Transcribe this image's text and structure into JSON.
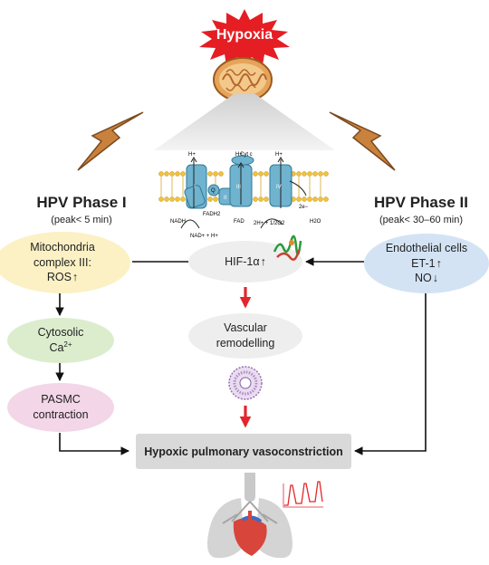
{
  "hypoxia": "Hypoxia",
  "phase1": {
    "title": "HPV Phase I",
    "subtitle": "(peak< 5 min)"
  },
  "phase2": {
    "title": "HPV Phase II",
    "subtitle": "(peak< 30–60 min)"
  },
  "mito": {
    "line1": "Mitochondria",
    "line2": "complex III:",
    "line3": "ROS"
  },
  "cytosolic": {
    "line1": "Cytosolic",
    "line2": "Ca",
    "sup": "2+"
  },
  "pasmc": {
    "line1": "PASMC",
    "line2": "contraction"
  },
  "endo": {
    "line1": "Endothelial cells",
    "line2": "ET-1",
    "line3": "NO"
  },
  "hif": "HIF-1α",
  "vascular": {
    "line1": "Vascular",
    "line2": "remodelling"
  },
  "hpv_box": "Hypoxic pulmonary vasoconstriction",
  "membrane": {
    "h1": "H+",
    "h2": "H+",
    "h3": "H+",
    "cytc": "Cyt c",
    "q": "Q",
    "i": "I",
    "ii": "II",
    "iii": "III",
    "iv": "IV",
    "nadh": "NADH",
    "nad": "NAD+ + H+",
    "fadh2": "FADH2",
    "fad": "FAD",
    "twoh": "2H+ + 1/2O2",
    "h2o": "H2O",
    "twoe": "2e−"
  },
  "colors": {
    "mito": "#fbf1c4",
    "cyto": "#dcedce",
    "pasmc": "#f3d6e8",
    "endo": "#d3e3f4",
    "hif": "#eeeeee",
    "box": "#d9d9d9",
    "red_arrow": "#e3262c",
    "bolt": "#c9823e"
  }
}
